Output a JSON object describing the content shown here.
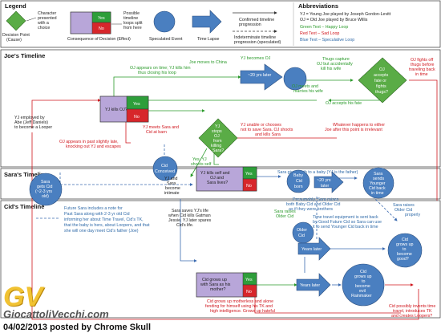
{
  "legend": {
    "title": "Legend",
    "decision_label": [
      "Decision Point",
      "(Cause)"
    ],
    "character_label": [
      "Character",
      "presented",
      "with a",
      "choice"
    ],
    "consequence_label": "Consequence of Decision (Effect)",
    "yes": "Yes",
    "no": "No",
    "loops_label": [
      "Possible",
      "timeline",
      "loops split",
      "from here"
    ],
    "event_label": "Speculated Event",
    "timelapse_label": "Time Lapse",
    "confirmed_label": [
      "Confirmed timeline",
      "progression"
    ],
    "indeterminate_label": [
      "Indeterminate timeline",
      "progression (speculated)"
    ]
  },
  "abbreviations": {
    "title": "Abbreviations",
    "lines": [
      {
        "text": "YJ = Young Joe played by Joseph Gordon-Levitt",
        "color": "#222222"
      },
      {
        "text": "OJ = Old Joe played by Bruce Willis",
        "color": "#222222"
      },
      {
        "text": "Green Text – Happy Loop",
        "color": "#2a9a2a"
      },
      {
        "text": "Red Text – Sad Loop",
        "color": "#d0161d"
      },
      {
        "text": "Blue Text – Speculative Loop",
        "color": "#2f6aa8"
      }
    ]
  },
  "sections": {
    "joe": "Joe's Timeline",
    "sara": "Sara's Timeline",
    "cid": "Cid's Timeline"
  },
  "joe": {
    "employed": [
      "YJ employed by",
      "Abe (Jeff Daniels)",
      "to become a Looper"
    ],
    "decision_kill": "YJ kills OJ?",
    "appears_on_time": [
      "OJ appears on time; YJ kills him",
      "thus closing his loop"
    ],
    "moves_china": "Joe moves to China",
    "becomes_oj": "YJ becomes OJ",
    "years_later": "~20 yrs later",
    "thugs": [
      "Thugs capture",
      "OJ but accidentally",
      "kill his wife"
    ],
    "meets_wife": [
      "OJ meets and",
      "marries his wife"
    ],
    "accepts_q": [
      "OJ",
      "accepts",
      "fate or",
      "fights",
      "thugs?"
    ],
    "accepts_fate": "OJ accepts his fate",
    "fights_back": [
      "OJ fights off",
      "thugs before",
      "traveling back",
      "in time"
    ],
    "appears_late": [
      "OJ appears in past slightly late,",
      "knocking out YJ and escapes"
    ],
    "meets_sara": [
      "YJ meets Sara and",
      "Cid at barn"
    ],
    "stops_q": [
      "YJ",
      "stops",
      "OJ",
      "from",
      "killing",
      "Sara?"
    ],
    "unable": [
      "YJ unable or chooses",
      "not to save Sara. OJ shoots",
      "and kills Sara"
    ],
    "whatever": [
      "Whatever happens to either",
      "Joe after this point is irrelevant"
    ],
    "yes_shoots": [
      "Yes, YJ",
      "shoots self"
    ]
  },
  "sara": {
    "gets_cid": [
      "Sara",
      "gets Cid",
      "(~2-3 yrs",
      "old)"
    ],
    "cid_conceived": [
      "Cid",
      "Conceived"
    ],
    "become_intimate": [
      "YJ and",
      "Sara",
      "become",
      "intimate"
    ],
    "kills_self": [
      "YJ kills self and",
      "OJ and",
      "Sara lives?"
    ],
    "gives_birth": "Sara gives birth to a baby (YJ is the father)",
    "baby_born": [
      "Baby",
      "Cid",
      "born"
    ],
    "years_later": [
      "~20 yrs",
      "later"
    ],
    "presumably": [
      "Presumably, Sara raises",
      "both Baby Cid and Older Cid",
      "as if they were brothers"
    ],
    "sends": [
      "Sara",
      "sends",
      "Younger",
      "Cid back",
      "in time"
    ],
    "raises_older": [
      "Sara raises",
      "Older Cid",
      "properly"
    ]
  },
  "cid": {
    "future_sara": [
      "Future Sara includes a note for",
      "Past Sara along with 2-3 yr old Cid",
      "informing her about Time Travel, Cid's TK,",
      "that the baby is hers, about Loopers, and that",
      "she will one day meet Cid's father (Joe)"
    ],
    "saves_life": [
      "Sara saves YJ's life",
      "when Cid kills Gatman",
      "Jessie. YJ later spares",
      "Cid's life."
    ],
    "raises_older": [
      "Sara raises",
      "Older Cid"
    ],
    "equipment": [
      "Time travel equipment is sent back",
      "by Good Future Cid so Sara can use",
      "it to send Younger Cid back in time"
    ],
    "older_cid": [
      "Older",
      "Cid"
    ],
    "years_later": "Years later",
    "grows_q": [
      "Cid",
      "grows up",
      "to",
      "become",
      "good?"
    ],
    "grows_up": [
      "Cid grows up",
      "with Sara as his",
      "mother?"
    ],
    "motherless": [
      "Cid grows up motherless and alone",
      "fending for himself using his TK and",
      "high intelligence. Grows up hateful"
    ],
    "evil": [
      "Cid",
      "grows up",
      "to",
      "become",
      "evil",
      "Rainmaker"
    ],
    "invents": [
      "Cid possibly invents time",
      "travel, introduces TK",
      "and creates Loopers?"
    ]
  },
  "watermark": {
    "logo": "GV",
    "site": "GiocattoliVecchi.com",
    "posted": "04/02/2013 posted by Chrome Skull"
  },
  "colors": {
    "decision": "#5aac46",
    "event": "#4a7fc0",
    "yes": "#2e9e3a",
    "no": "#d7262b",
    "red_line": "#d0161d",
    "green_line": "#2a9a2a",
    "blue_line": "#3b6bb0"
  }
}
